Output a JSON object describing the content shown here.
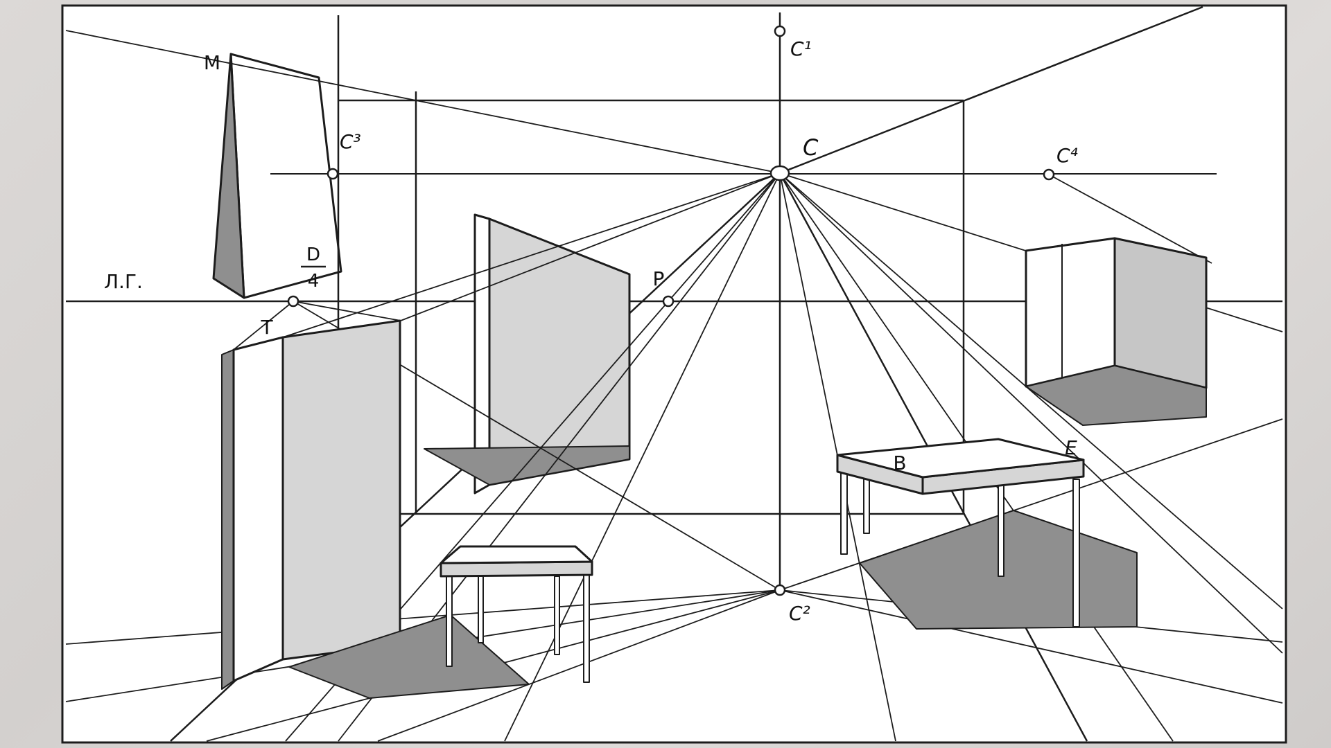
{
  "diagram": {
    "description": "One-point perspective construction drawing of a room interior with furniture (wardrobe, open door panel, two tables, wall cabinet) and cast-shadow construction rays",
    "labels": {
      "horizon_line": "Л.Г.",
      "point_M": "M",
      "point_T": "T",
      "point_P": "P",
      "point_C": "C",
      "point_C1": "C¹",
      "point_C2": "C²",
      "point_C3": "C³",
      "point_C4": "C⁴",
      "point_B": "B",
      "point_E": "E",
      "fraction_numerator": "D",
      "fraction_denominator": "4"
    },
    "colors": {
      "background": "#d8d5d2",
      "paper": "#ffffff",
      "line": "#1c1c1c",
      "fill_white": "#ffffff",
      "fill_light": "#d6d6d6",
      "fill_mid": "#c6c6c6",
      "fill_dark": "#8f8f8f"
    }
  }
}
